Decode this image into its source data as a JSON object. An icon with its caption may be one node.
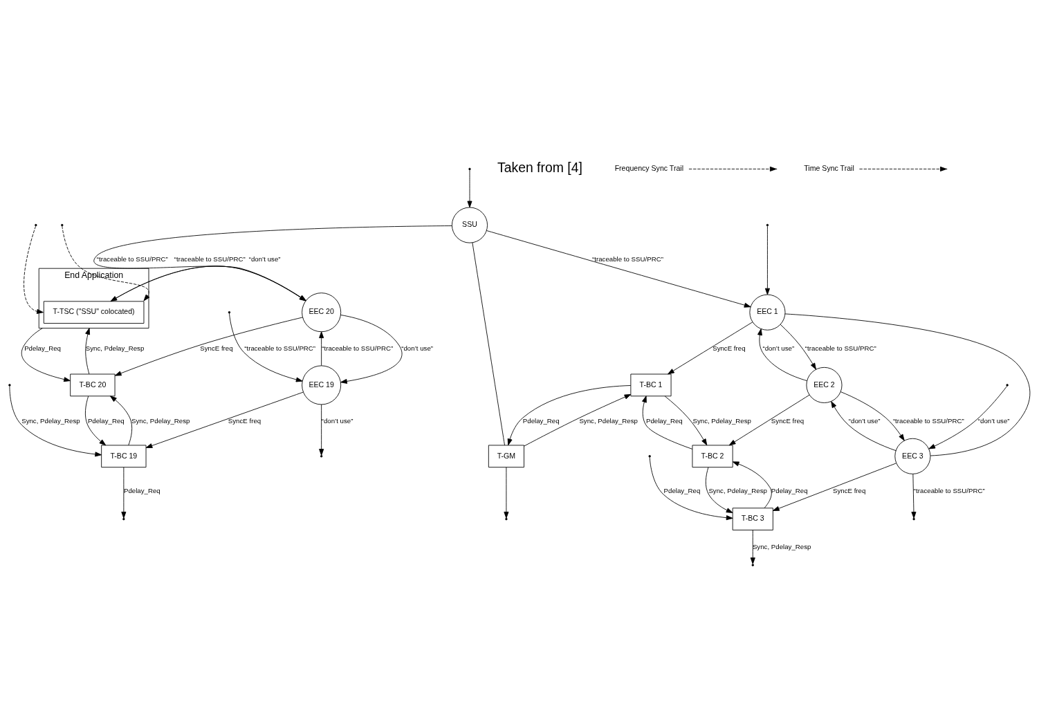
{
  "diagram": {
    "nodes": [
      {
        "text": [
          "End Application"
        ]
      },
      {
        "text": [
          "T-TSC (\"SSU\" colocated)"
        ],
        "in": 0
      },
      {
        "text": [
          "T-GM"
        ]
      },
      {
        "text": [
          "SSU"
        ]
      },
      {
        "text": [
          "EEC 1"
        ]
      },
      {
        "text": [
          "T-BC 1"
        ]
      },
      {
        "text": [
          "EEC 2"
        ]
      },
      {
        "text": [
          "T-BC 2"
        ]
      },
      {
        "text": [
          "EEC 3"
        ]
      },
      {
        "text": [
          "T-BC 3"
        ]
      },
      {
        "text": [
          "EEC 20"
        ]
      },
      {
        "text": [
          "T-BC 20"
        ]
      },
      {
        "text": [
          "EEC 19"
        ]
      },
      {
        "text": [
          "T-BC 19"
        ]
      }
    ],
    "edges": [
      {
        "from": 2,
        "to": 3,
        "arrow": "none"
      },
      {
        "from": null,
        "to": 3,
        "arrow": "to"
      },
      {
        "from": null,
        "to": 4,
        "arrow": "to"
      },
      {
        "from": 2,
        "to": 5,
        "label": "Sync, Pdelay_Resp",
        "arrow": "to"
      },
      {
        "from": 5,
        "to": 2,
        "label": "Pdelay_Req",
        "arrow": "to"
      },
      {
        "from": 2,
        "to": null,
        "arrow": "to"
      },
      {
        "from": 3,
        "to": 4,
        "label": "“traceable to SSU/PRC”",
        "arrow": "to"
      },
      {
        "from": 3,
        "to": 10,
        "label": "“traceable to SSU/PRC”",
        "arrow": "to"
      },
      {
        "from": 4,
        "to": 5,
        "label": "SyncE freq",
        "arrow": "to"
      },
      {
        "from": 4,
        "to": 6,
        "label": "“traceable to SSU/PRC”",
        "arrow": "to"
      },
      {
        "from": 6,
        "to": 4,
        "label": "“don’t use”",
        "arrow": "to"
      },
      {
        "from": 4,
        "to": 8,
        "arrow": "none"
      },
      {
        "from": 5,
        "to": 7,
        "label": "Sync, Pdelay_Resp",
        "arrow": "to"
      },
      {
        "from": 7,
        "to": 5,
        "label": "Pdelay_Req",
        "arrow": "to"
      },
      {
        "from": 6,
        "to": 7,
        "label": "SyncE freq",
        "arrow": "to"
      },
      {
        "from": 6,
        "to": 8,
        "label": "“traceable to SSU/PRC”",
        "arrow": "to"
      },
      {
        "from": 8,
        "to": 6,
        "label": "“don’t use”",
        "arrow": "to"
      },
      {
        "from": null,
        "to": 8,
        "label": "“don’t use”",
        "arrow": "to"
      },
      {
        "from": 8,
        "to": null,
        "label": "“traceable to SSU/PRC”",
        "arrow": "to"
      },
      {
        "from": 8,
        "to": 9,
        "label": "SyncE freq",
        "arrow": "to"
      },
      {
        "from": 7,
        "to": 9,
        "label": "Sync, Pdelay_Resp",
        "arrow": "to"
      },
      {
        "from": 9,
        "to": 7,
        "label": "Pdelay_Req",
        "arrow": "to"
      },
      {
        "from": null,
        "to": 9,
        "label": "Pdelay_Req",
        "arrow": "to"
      },
      {
        "from": 9,
        "to": null,
        "label": "Sync, Pdelay_Resp",
        "arrow": "to"
      },
      {
        "from": 1,
        "to": 10,
        "label": "“don’t use”",
        "arrow": "to"
      },
      {
        "from": 10,
        "to": 1,
        "label": "“traceable to SSU/PRC”",
        "arrow": "to"
      },
      {
        "from": 10,
        "to": 11,
        "label": "SyncE freq",
        "arrow": "to"
      },
      {
        "from": 10,
        "to": 12,
        "label": "“don’t use”",
        "arrow": "to"
      },
      {
        "from": 12,
        "to": 10,
        "label": "“traceable to SSU/PRC”",
        "arrow": "to"
      },
      {
        "from": 12,
        "to": 13,
        "label": "SyncE freq",
        "arrow": "to"
      },
      {
        "from": null,
        "to": 12,
        "label": "“traceable to SSU/PRC”",
        "arrow": "to"
      },
      {
        "from": 12,
        "to": null,
        "label": "“don’t use”",
        "arrow": "to"
      },
      {
        "from": 0,
        "to": 11,
        "label": "Pdelay_Req",
        "arrow": "to"
      },
      {
        "from": 11,
        "to": 0,
        "label": "Sync, Pdelay_Resp",
        "arrow": "to"
      },
      {
        "from": 13,
        "to": 11,
        "label": "Sync, Pdelay_Resp",
        "arrow": "to"
      },
      {
        "from": 11,
        "to": 13,
        "label": "Pdelay_Req",
        "arrow": "to"
      },
      {
        "from": null,
        "to": 13,
        "label": "Sync, Pdelay_Resp",
        "arrow": "to"
      },
      {
        "from": 13,
        "to": null,
        "label": "Pdelay_Req",
        "arrow": "to"
      },
      {
        "from": null,
        "to": 1,
        "arrow": "to",
        "style": "dashed"
      },
      {
        "from": null,
        "to": 1,
        "arrow": "to",
        "style": "dashed"
      }
    ],
    "labels": [
      "Taken from [4]"
    ],
    "legend": [
      {
        "text": "Frequency Sync Trail"
      },
      {
        "text": "Time Sync Trail"
      }
    ]
  }
}
